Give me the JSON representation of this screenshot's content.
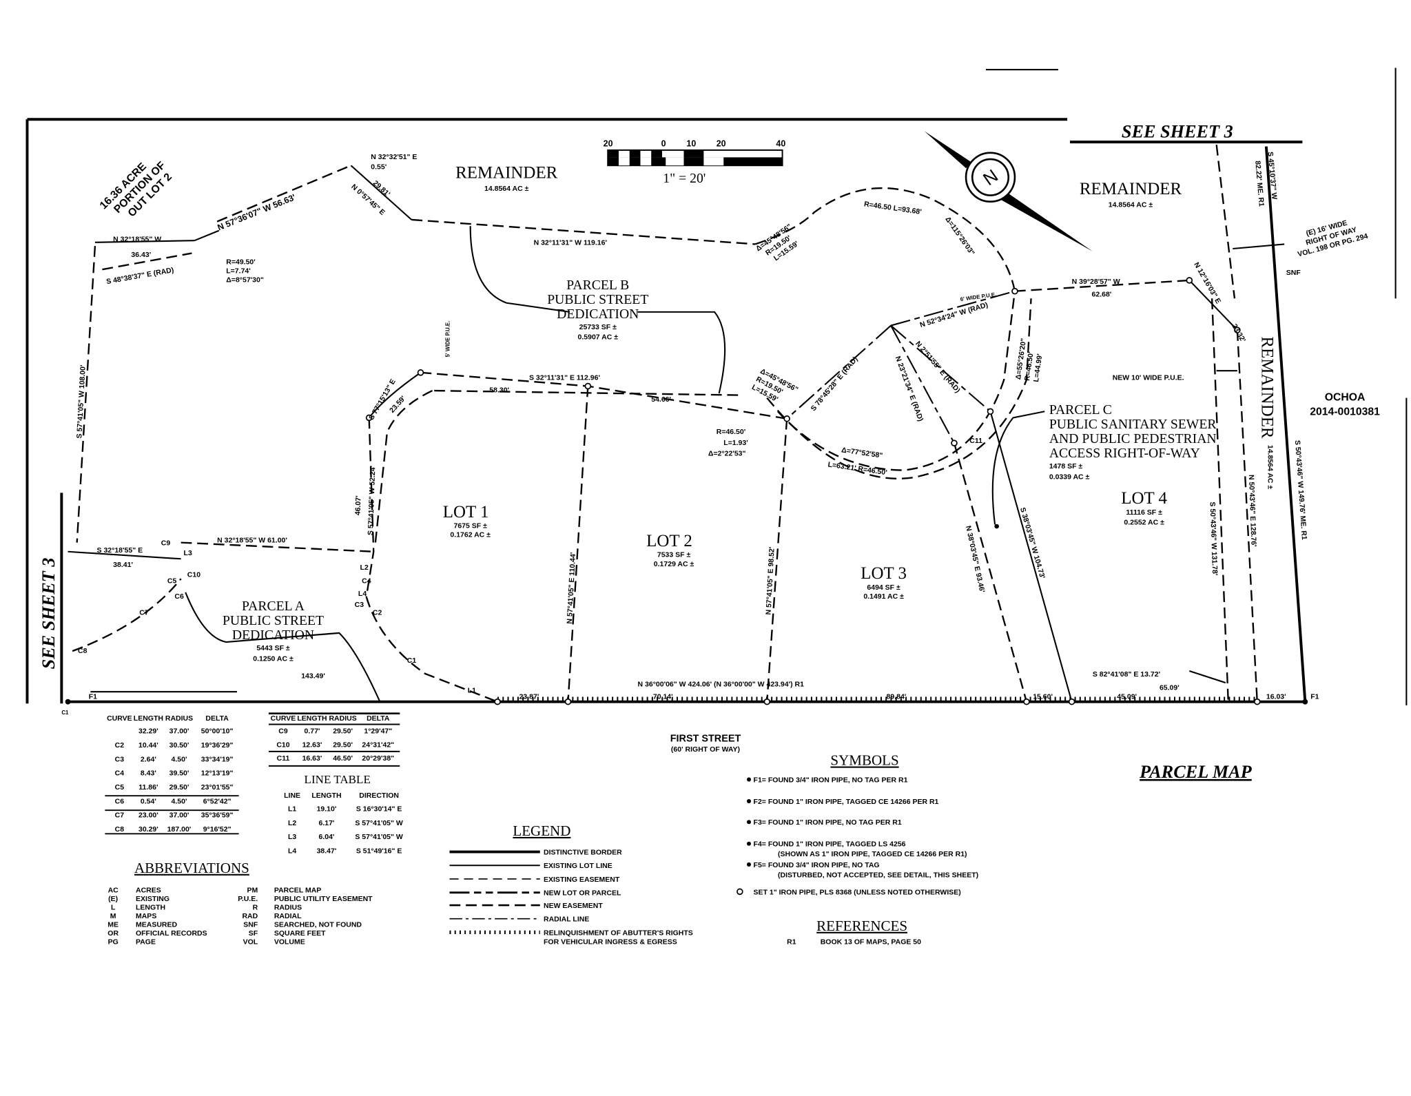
{
  "header": {
    "see_sheet_top": "SEE SHEET 3",
    "see_sheet_left": "SEE SHEET 3",
    "scale_ticks": [
      "20",
      "0",
      "10",
      "20",
      "40"
    ],
    "scale_text": "1\" = 20'",
    "north_letter": "N",
    "title": "PARCEL MAP"
  },
  "areas": {
    "remainder_top": {
      "name": "REMAINDER",
      "area": "14.8564 AC ±"
    },
    "remainder_right": {
      "name": "REMAINDER",
      "area": "14.8564 AC ±"
    },
    "remainder_vertical": {
      "name": "REMAINDER",
      "area": "14.8564 AC ±"
    },
    "portion": [
      "16.36 ACRE",
      "PORTION OF",
      "OUT LOT 2"
    ],
    "parcel_b": [
      "PARCEL B",
      "PUBLIC STREET",
      "DEDICATION",
      "25733 SF ±",
      "0.5907 AC ±"
    ],
    "parcel_a": [
      "PARCEL A",
      "PUBLIC STREET",
      "DEDICATION",
      "5443 SF ±",
      "0.1250 AC ±"
    ],
    "parcel_c": [
      "PARCEL C",
      "PUBLIC SANITARY SEWER",
      "AND PUBLIC PEDESTRIAN",
      "ACCESS RIGHT-OF-WAY",
      "1478 SF ±",
      "0.0339 AC ±"
    ],
    "lots": [
      {
        "name": "LOT 1",
        "sf": "7675 SF ±",
        "ac": "0.1762 AC ±"
      },
      {
        "name": "LOT 2",
        "sf": "7533 SF ±",
        "ac": "0.1729 AC ±"
      },
      {
        "name": "LOT 3",
        "sf": "6494 SF ±",
        "ac": "0.1491 AC ±"
      },
      {
        "name": "LOT 4",
        "sf": "11116 SF ±",
        "ac": "0.2552 AC ±"
      }
    ],
    "ochoa": [
      "OCHOA",
      "2014-0010381"
    ],
    "row_note": [
      "(E) 16' WIDE",
      "RIGHT OF WAY",
      "VOL. 198 OR PG. 294"
    ],
    "snf": "SNF"
  },
  "calls": {
    "c1": [
      "N 32°32'51\" E",
      "0.55'"
    ],
    "c2": [
      "29.81'",
      "N 0°57'45\" E"
    ],
    "c3": "N 57°36'07\" W   56.63'",
    "c4": [
      "N 32°18'55\" W",
      "36.43'",
      "S 48°38'37\" E (RAD)"
    ],
    "c5": [
      "R=49.50'",
      "L=7.74'",
      "Δ=8°57'30\""
    ],
    "c6": "S 57°41'05\" W   108.00'",
    "c7": "N 32°11'31\" W    119.16'",
    "c8": [
      "Δ=45°48'56\"",
      "R=19.50'",
      "L=15.59'"
    ],
    "c9": [
      "R=46.50  L=93.68'",
      "Δ=115°26'03\""
    ],
    "c10": [
      "N 39°28'57\" W",
      "62.68'"
    ],
    "c11": [
      "N 12°16'03\" E",
      "23.32'"
    ],
    "c12": [
      "S 45°10'37\" W",
      "82.22' ME. R1"
    ],
    "pue5": "5' WIDE P.U.E.",
    "pue6": "6' WIDE P.U.E.",
    "pue10": "NEW 10' WIDE P.U.E.",
    "c14": "N 52°34'24\" W (RAD)",
    "c15": [
      "S 32°11'31\" E   112.96'",
      "58.30'",
      "54.66'"
    ],
    "c16": [
      "S 77°15'13\" E",
      "23.59'"
    ],
    "c17": [
      "Δ=45°48'56\"",
      "R=19.50'",
      "L=15.59'"
    ],
    "c18": "S 78°45'28\" E (RAD)",
    "c19": "N 23°21'34\" E (RAD)",
    "c20": "N 2°51'55\" E (RAD)",
    "c21": [
      "Δ=55°26'20\"",
      "R=46.50'",
      "L=44.99'"
    ],
    "c22": [
      "R=46.50'",
      "L=1.93'",
      "Δ=2°22'53\""
    ],
    "c23": [
      "Δ=77°52'58\"",
      "L=63.21' R=46.50'"
    ],
    "c25": [
      "S 57°41'05\" W   52.24'",
      "46.07'"
    ],
    "c26": "N 32°18'55\" W    61.00'",
    "c27": [
      "S 32°18'55\" E",
      "38.41'"
    ],
    "c28": "N 57°41'05\" E   110.44'",
    "c29": "N 57°41'05\" E   98.52'",
    "c30": "N 38°03'45\" E   93.46'",
    "c31": "S 38°03'45\" W   104.73'",
    "c32": "S 50°43'46\" W   131.78'",
    "c33": "N 50°43'46\" E   128.76'",
    "c34": "S 50°43'46\" W   149.76' ME. R1",
    "c35": [
      "S 82°41'08\" E 13.72'",
      "65.09'"
    ],
    "c36": "N 36°00'06\" W 424.06' (N 36°00'00\" W 423.94') R1",
    "c37": "143.49'",
    "street_segments": [
      "23.87'",
      "70.14'",
      "89.84'",
      "15.60'",
      "45.09'",
      "16.03'"
    ],
    "tags": [
      "C1",
      "C2",
      "C3",
      "C4",
      "C5",
      "C6",
      "C7",
      "C8",
      "C9",
      "C10",
      "C11",
      "L1",
      "L2",
      "L3",
      "L4",
      "F1",
      "F1",
      "C1"
    ]
  },
  "street": {
    "name": "FIRST STREET",
    "row": "(60' RIGHT OF WAY)"
  },
  "curve_table_1": {
    "headers": [
      "CURVE",
      "LENGTH",
      "RADIUS",
      "DELTA"
    ],
    "rows": [
      [
        "",
        "32.29'",
        "37.00'",
        "50°00'10\""
      ],
      [
        "C2",
        "10.44'",
        "30.50'",
        "19°36'29\""
      ],
      [
        "C3",
        "2.64'",
        "4.50'",
        "33°34'19\""
      ],
      [
        "C4",
        "8.43'",
        "39.50'",
        "12°13'19\""
      ],
      [
        "C5",
        "11.86'",
        "29.50'",
        "23°01'55\""
      ],
      [
        "C6",
        "0.54'",
        "4.50'",
        "6°52'42\""
      ],
      [
        "C7",
        "23.00'",
        "37.00'",
        "35°36'59\""
      ],
      [
        "C8",
        "30.29'",
        "187.00'",
        "9°16'52\""
      ]
    ]
  },
  "curve_table_2": {
    "headers": [
      "CURVE",
      "LENGTH",
      "RADIUS",
      "DELTA"
    ],
    "rows": [
      [
        "C9",
        "0.77'",
        "29.50'",
        "1°29'47\""
      ],
      [
        "C10",
        "12.63'",
        "29.50'",
        "24°31'42\""
      ],
      [
        "C11",
        "16.63'",
        "46.50'",
        "20°29'38\""
      ]
    ]
  },
  "line_table": {
    "title": "LINE TABLE",
    "headers": [
      "LINE",
      "LENGTH",
      "DIRECTION"
    ],
    "rows": [
      [
        "L1",
        "19.10'",
        "S 16°30'14\" E"
      ],
      [
        "L2",
        "6.17'",
        "S 57°41'05\" W"
      ],
      [
        "L3",
        "6.04'",
        "S 57°41'05\" W"
      ],
      [
        "L4",
        "38.47'",
        "S 51°49'16\" E"
      ]
    ]
  },
  "abbreviations": {
    "title": "ABBREVIATIONS",
    "left": [
      [
        "AC",
        "ACRES"
      ],
      [
        "(E)",
        "EXISTING"
      ],
      [
        "L",
        "LENGTH"
      ],
      [
        "M",
        "MAPS"
      ],
      [
        "ME",
        "MEASURED"
      ],
      [
        "OR",
        "OFFICIAL RECORDS"
      ],
      [
        "PG",
        "PAGE"
      ]
    ],
    "right": [
      [
        "PM",
        "PARCEL MAP"
      ],
      [
        "P.U.E.",
        "PUBLIC UTILITY EASEMENT"
      ],
      [
        "R",
        "RADIUS"
      ],
      [
        "RAD",
        "RADIAL"
      ],
      [
        "SNF",
        "SEARCHED, NOT FOUND"
      ],
      [
        "SF",
        "SQUARE FEET"
      ],
      [
        "VOL",
        "VOLUME"
      ]
    ]
  },
  "legend": {
    "title": "LEGEND",
    "items": [
      "DISTINCTIVE BORDER",
      "EXISTING LOT LINE",
      "EXISTING EASEMENT",
      "NEW LOT OR PARCEL",
      "NEW EASEMENT",
      "RADIAL LINE",
      "RELINQUISHMENT OF ABUTTER'S RIGHTS",
      "FOR VEHICULAR INGRESS & EGRESS"
    ]
  },
  "symbols": {
    "title": "SYMBOLS",
    "items": [
      "F1=  FOUND 3/4\" IRON PIPE, NO TAG PER R1",
      "F2=  FOUND 1\" IRON PIPE, TAGGED CE 14266 PER R1",
      "F3=  FOUND 1\" IRON PIPE, NO TAG PER R1",
      "F4=  FOUND 1\" IRON PIPE, TAGGED LS 4256",
      "(SHOWN AS 1\" IRON PIPE, TAGGED CE 14266 PER R1)",
      "F5=  FOUND 3/4\" IRON PIPE, NO TAG",
      "(DISTURBED, NOT ACCEPTED, SEE DETAIL, THIS SHEET)",
      "SET 1\" IRON PIPE, PLS 8368 (UNLESS NOTED OTHERWISE)"
    ]
  },
  "references": {
    "title": "REFERENCES",
    "items": [
      [
        "R1",
        "BOOK 13 OF MAPS, PAGE 50"
      ]
    ]
  }
}
